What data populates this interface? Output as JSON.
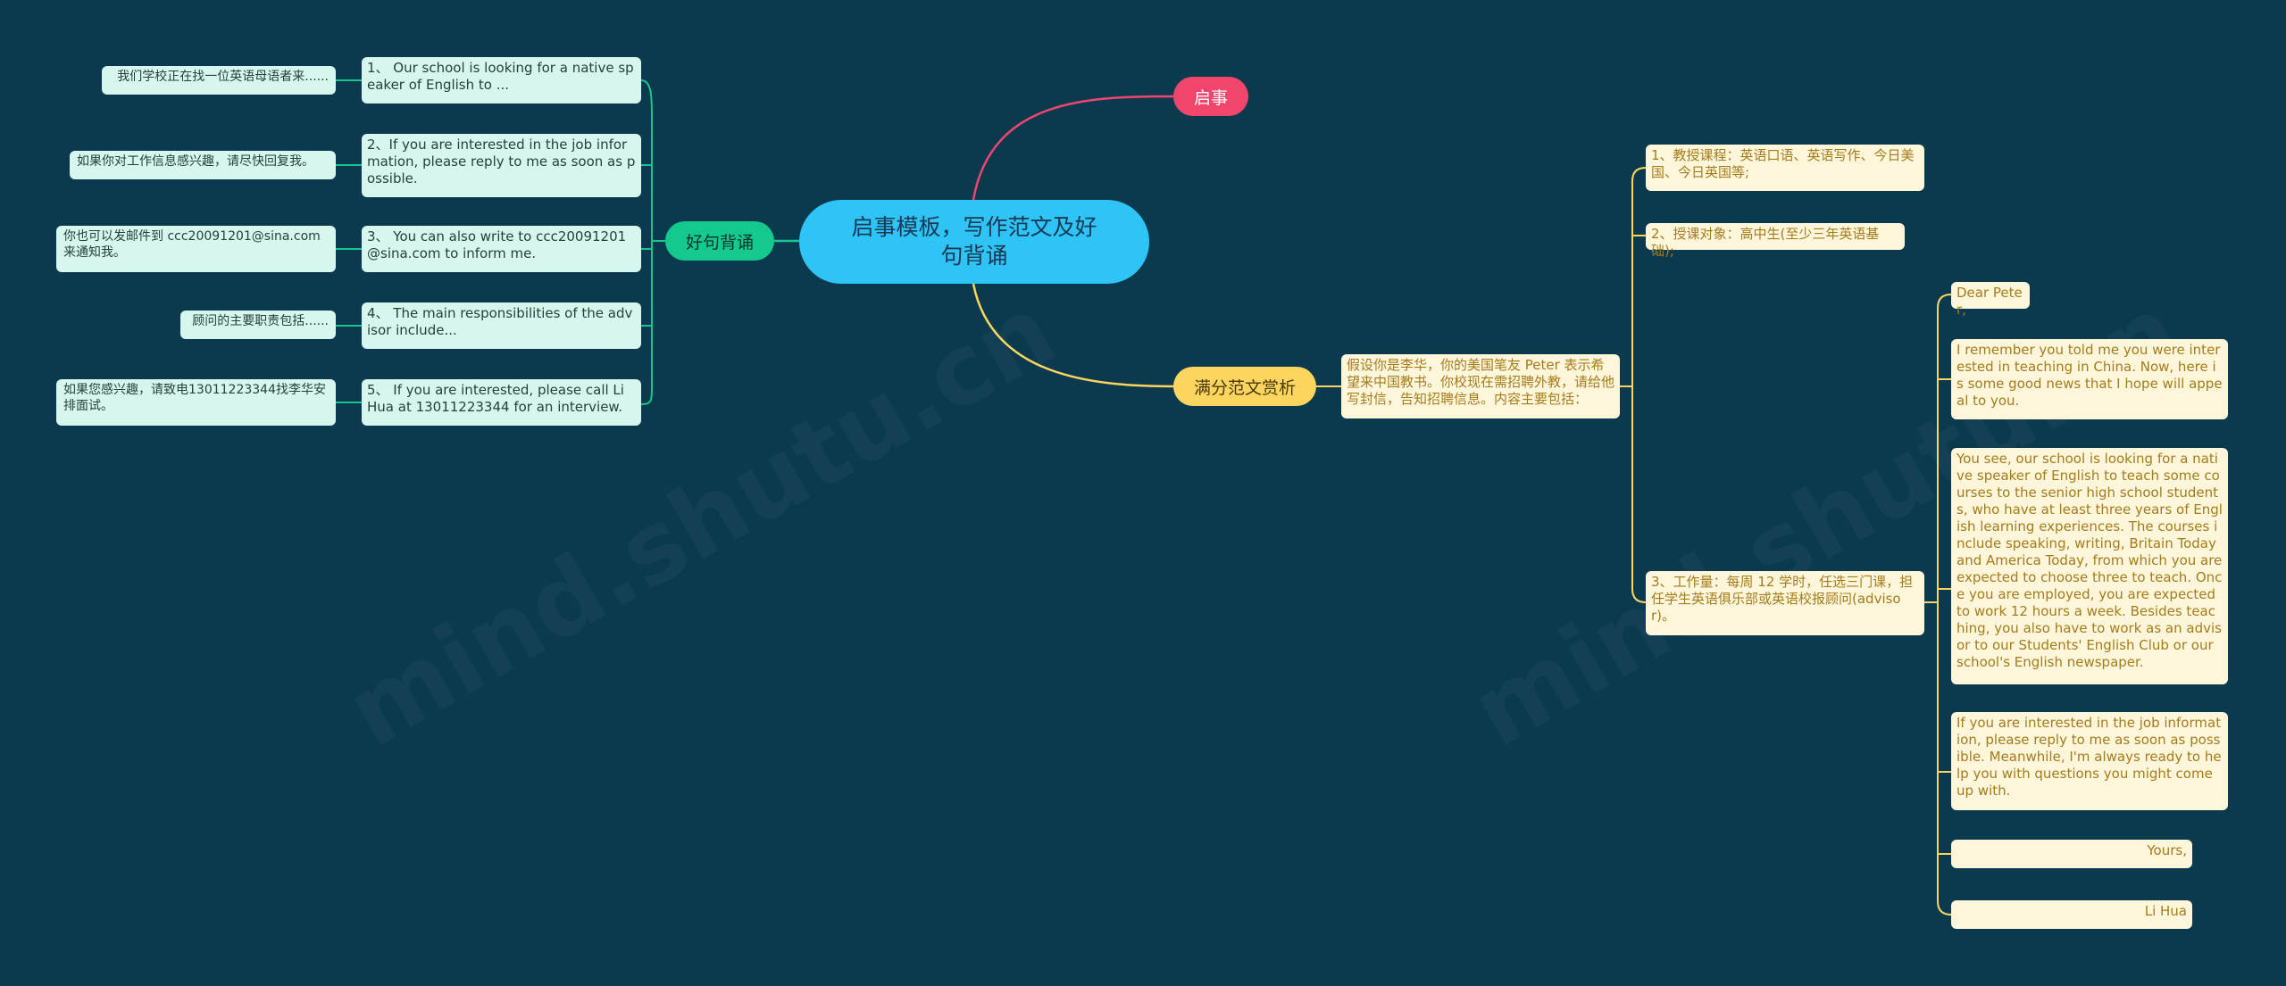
{
  "root": {
    "title": "启事模板，写作范文及好句背诵"
  },
  "branches": {
    "notice": {
      "label": "启事",
      "color": "#f0466e"
    },
    "model": {
      "label": "满分范文赏析",
      "color": "#fcd55f"
    },
    "sentences": {
      "label": "好句背诵",
      "color": "#14c98d"
    }
  },
  "sentences": [
    {
      "en": "1、 Our school is looking for a native speaker of English to ...",
      "cn": "我们学校正在找一位英语母语者来......"
    },
    {
      "en": "2、If you are interested in the job information, please reply to me as soon as possible.",
      "cn": "如果你对工作信息感兴趣，请尽快回复我。"
    },
    {
      "en": "3、 You can also write to ccc20091201@sina.com to inform me.",
      "cn": "你也可以发邮件到 ccc20091201@sina.com 来通知我。"
    },
    {
      "en": "4、 The main responsibilities of the advisor include...",
      "cn": "顾问的主要职责包括......"
    },
    {
      "en": "5、 If you are interested, please call Li Hua at 13011223344 for an interview.",
      "cn": "如果您感兴趣，请致电13011223344找李华安排面试。"
    }
  ],
  "model": {
    "prompt": "假设你是李华，你的美国笔友 Peter 表示希望来中国教书。你校现在需招聘外教，请给他写封信，告知招聘信息。内容主要包括：",
    "points": [
      "1、教授课程：英语口语、英语写作、今日美国、今日英国等;",
      "2、授课对象：高中生(至少三年英语基础);",
      "3、工作量：每周 12 学时，任选三门课，担任学生英语俱乐部或英语校报顾问(advisor)。"
    ],
    "letter": [
      "Dear Peter,",
      "  I remember you told me you were interested in teaching in China. Now, here is some good news that I hope will appeal to you.",
      "  You see, our school is looking for a native speaker of English to teach some courses to the senior high school students, who have at least three years of English learning experiences. The courses include speaking, writing, Britain Today and America Today, from which you are expected to choose three to teach. Once you are employed, you are expected to work 12 hours a week. Besides teaching, you also have to work as an advisor to our Students' English Club or our school's English newspaper.",
      "  If you are interested in the job information, please reply to me as soon as possible. Meanwhile, I'm always ready to help you with questions you might come up with.",
      "Yours,",
      "Li Hua"
    ]
  },
  "watermark": "mind.shutu.cn",
  "colors": {
    "background": "#0b3a4e",
    "root": "#2ec4f6",
    "green_leaf": "#d6f6ee",
    "yellow_leaf": "#fdf6da"
  }
}
